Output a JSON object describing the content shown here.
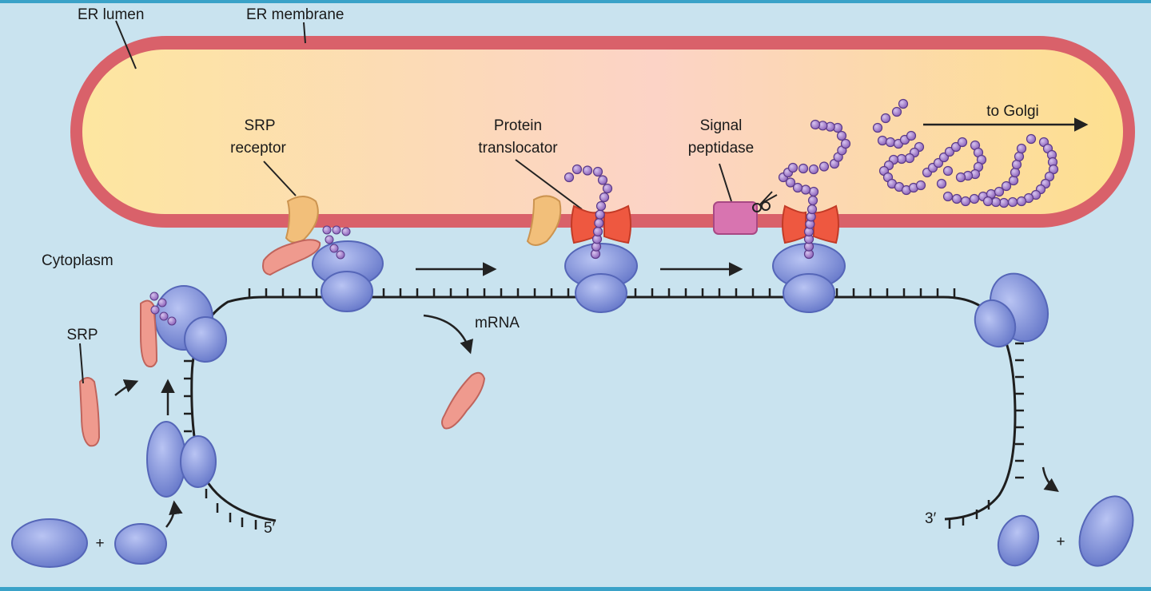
{
  "labels": {
    "er_lumen": "ER lumen",
    "er_membrane": "ER membrane",
    "srp_receptor_line1": "SRP",
    "srp_receptor_line2": "receptor",
    "protein_translocator_line1": "Protein",
    "protein_translocator_line2": "translocator",
    "signal_peptidase_line1": "Signal",
    "signal_peptidase_line2": "peptidase",
    "to_golgi": "to Golgi",
    "cytoplasm": "Cytoplasm",
    "srp": "SRP",
    "mrna": "mRNA",
    "five_prime": "5′",
    "three_prime": "3′",
    "plus_left": "+",
    "plus_right": "+"
  },
  "colors": {
    "background": "#c9e3ef",
    "membrane": "#d9616a",
    "lumen_left": "#fde7a0",
    "lumen_mid": "#fbd6c4",
    "ribosome": "#7f8fd8",
    "srp": "#ef9a8e",
    "srp_receptor": "#f2bf7a",
    "translocator": "#ee5840",
    "peptidase": "#d874b0",
    "peptide_bead": "#a27bc8"
  }
}
